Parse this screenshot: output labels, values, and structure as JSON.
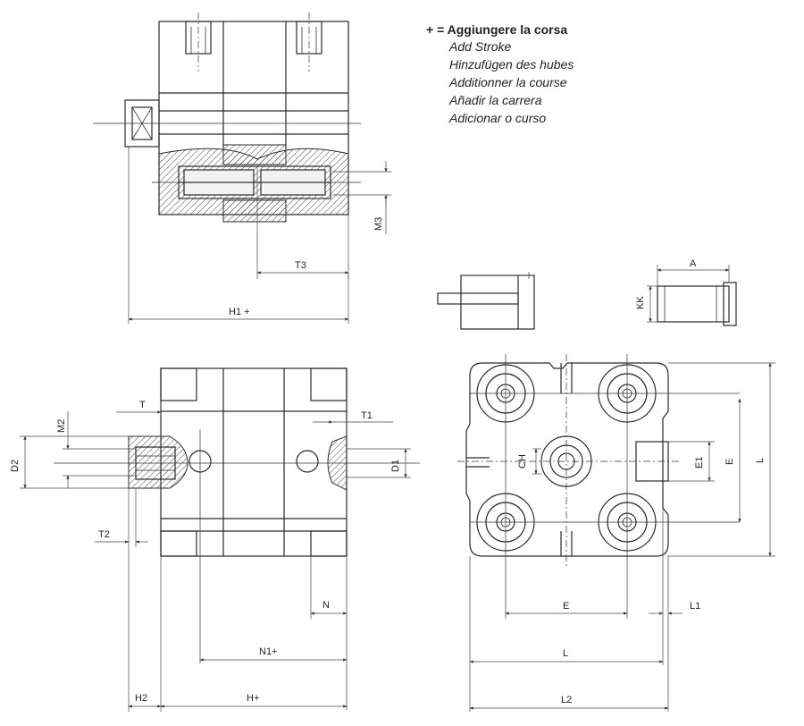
{
  "legend": {
    "head": "+ = Aggiungere la corsa",
    "translations": [
      "Add Stroke",
      "Hinzufügen des hubes",
      "Additionner la course",
      "Añadir la carrera",
      "Adicionar o curso"
    ]
  },
  "labels": {
    "M3": "M3",
    "T3": "T3",
    "H1": "H1 +",
    "A": "A",
    "KK": "KK",
    "T": "T",
    "M2": "M2",
    "D2": "D2",
    "T1": "T1",
    "D1": "D1",
    "T2": "T2",
    "N": "N",
    "N1": "N1+",
    "H2": "H2",
    "H": "H+",
    "CH": "CH",
    "E1": "E1",
    "E_right": "E",
    "L_right": "L",
    "E_bottom": "E",
    "L1": "L1",
    "L_bottom": "L",
    "L2": "L2"
  }
}
